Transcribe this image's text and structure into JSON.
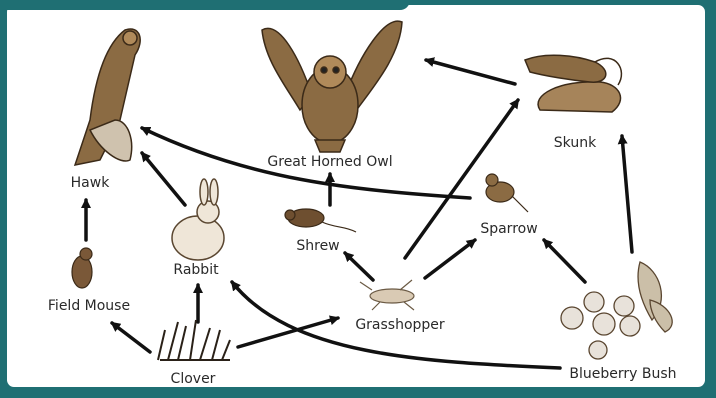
{
  "diagram": {
    "accent_color": "#1f6f73",
    "nodes": [
      {
        "id": "owl",
        "label": "Great Horned Owl",
        "icon": "owl-icon"
      },
      {
        "id": "skunk",
        "label": "Skunk",
        "icon": "skunk-icon"
      },
      {
        "id": "hawk",
        "label": "Hawk",
        "icon": "hawk-icon"
      },
      {
        "id": "shrew",
        "label": "Shrew",
        "icon": "shrew-icon"
      },
      {
        "id": "sparrow",
        "label": "Sparrow",
        "icon": "sparrow-icon"
      },
      {
        "id": "rabbit",
        "label": "Rabbit",
        "icon": "rabbit-icon"
      },
      {
        "id": "fieldmouse",
        "label": "Field Mouse",
        "icon": "mouse-icon"
      },
      {
        "id": "grasshopper",
        "label": "Grasshopper",
        "icon": "grasshopper-icon"
      },
      {
        "id": "clover",
        "label": "Clover",
        "icon": "clover-icon"
      },
      {
        "id": "blueberry",
        "label": "Blueberry Bush",
        "icon": "blueberry-icon"
      }
    ],
    "edges": [
      {
        "from": "clover",
        "to": "fieldmouse"
      },
      {
        "from": "clover",
        "to": "rabbit"
      },
      {
        "from": "clover",
        "to": "grasshopper"
      },
      {
        "from": "fieldmouse",
        "to": "hawk"
      },
      {
        "from": "rabbit",
        "to": "hawk"
      },
      {
        "from": "sparrow",
        "to": "hawk"
      },
      {
        "from": "grasshopper",
        "to": "shrew"
      },
      {
        "from": "grasshopper",
        "to": "sparrow"
      },
      {
        "from": "grasshopper",
        "to": "skunk"
      },
      {
        "from": "shrew",
        "to": "owl"
      },
      {
        "from": "skunk",
        "to": "owl"
      },
      {
        "from": "blueberry",
        "to": "sparrow"
      },
      {
        "from": "blueberry",
        "to": "skunk"
      },
      {
        "from": "blueberry",
        "to": "rabbit"
      }
    ]
  }
}
